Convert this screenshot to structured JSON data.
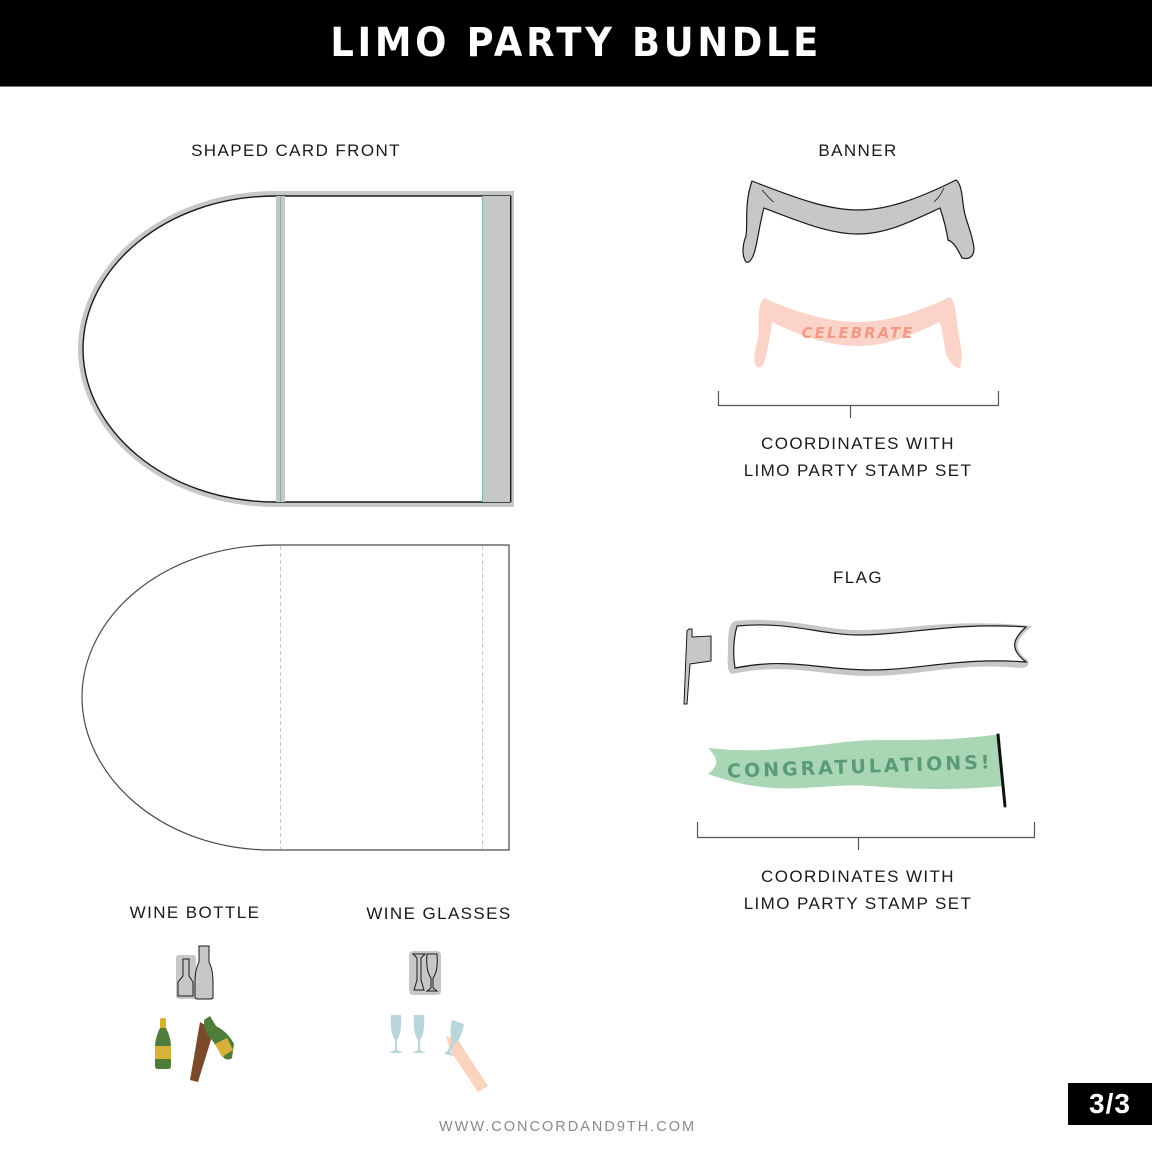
{
  "header": {
    "title": "LIMO PARTY BUNDLE"
  },
  "sections": {
    "shaped_card_front": {
      "label": "SHAPED CARD FRONT"
    },
    "banner": {
      "label": "BANNER",
      "stamp_text": "CELEBRATE",
      "coordinates_line1": "COORDINATES WITH",
      "coordinates_line2": "LIMO PARTY STAMP SET"
    },
    "flag": {
      "label": "FLAG",
      "stamp_text": "CONGRATULATIONS!",
      "coordinates_line1": "COORDINATES WITH",
      "coordinates_line2": "LIMO PARTY STAMP SET"
    },
    "wine_bottle": {
      "label": "WINE BOTTLE"
    },
    "wine_glasses": {
      "label": "WINE GLASSES"
    }
  },
  "colors": {
    "die_gray": "#c6c7c8",
    "die_outline": "#1a1a1a",
    "score_green": "#7fb98a",
    "banner_pink": "#fbd3c9",
    "banner_text": "#f39a86",
    "flag_green": "#a9d6b5",
    "flag_text": "#5b9a77",
    "bottle_green": "#4e7d3a",
    "bottle_gold": "#d8b13a",
    "arm_brown": "#7b4a2a",
    "glass_blue": "#b9d6dc",
    "hand_peach": "#f9d3bd"
  },
  "footer": {
    "url": "WWW.CONCORDAND9TH.COM",
    "page_indicator": "3/3"
  }
}
